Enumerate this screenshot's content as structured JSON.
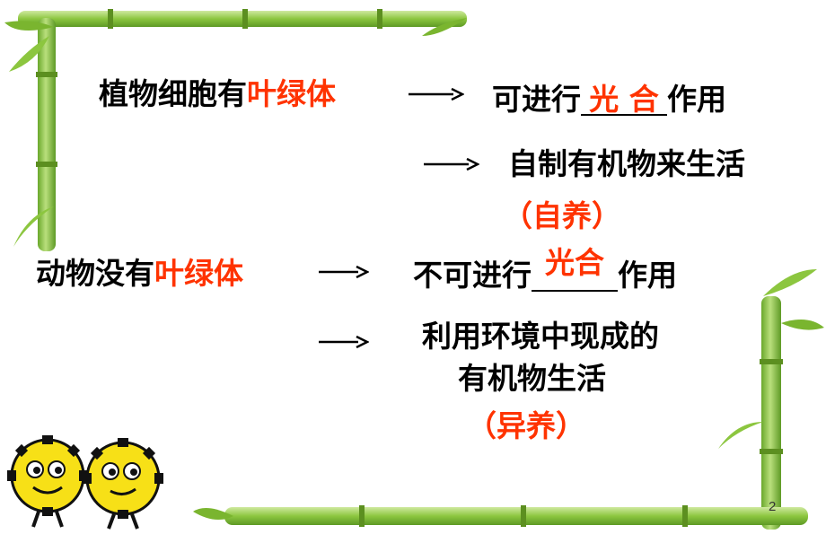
{
  "plant": {
    "subject": "植物细胞有",
    "organelle": "叶绿体",
    "line1_prefix": "可进行",
    "line1_blank": "光 合",
    "line1_suffix": "作用",
    "line2": "自制有机物来生活",
    "label": "（自养）"
  },
  "animal": {
    "subject": "动物没有",
    "organelle": "叶绿体",
    "line1_prefix": "不可进行",
    "line1_blank": "光合",
    "line1_suffix": "作用",
    "line2a": "利用环境中现成的",
    "line2b": "有机物生活",
    "label": "（异养）"
  },
  "page_number": "2",
  "colors": {
    "highlight": "#ff3300",
    "bamboo": "#8cc63f",
    "mascot": "#f7e017"
  }
}
